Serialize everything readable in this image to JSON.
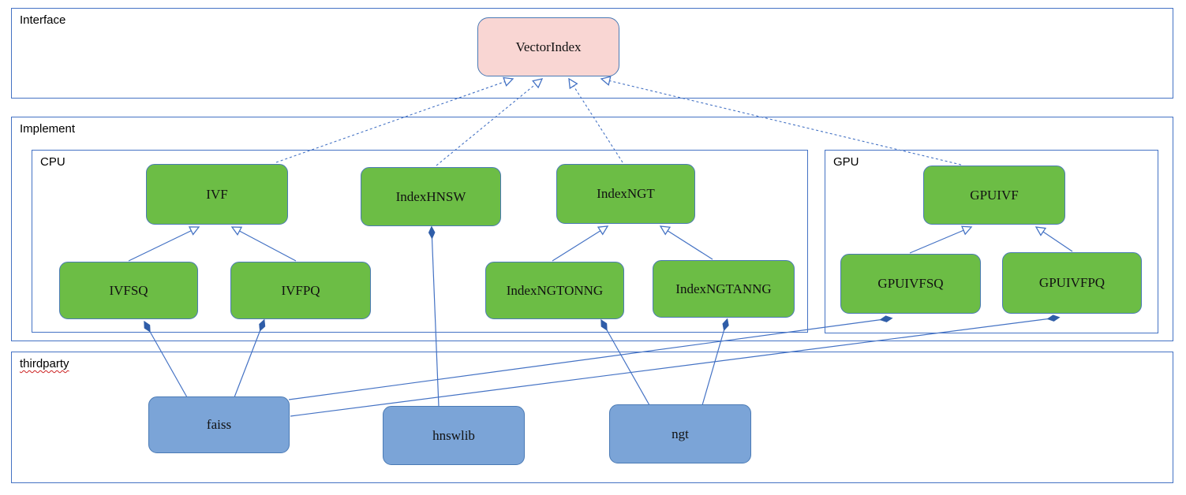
{
  "containers": {
    "interface": {
      "label": "Interface"
    },
    "implement": {
      "label": "Implement"
    },
    "cpu": {
      "label": "CPU"
    },
    "gpu": {
      "label": "GPU"
    },
    "thirdparty": {
      "label": "thirdparty"
    }
  },
  "nodes": {
    "vectorindex": {
      "label": "VectorIndex",
      "fill": "#f9d6d3"
    },
    "ivf": {
      "label": "IVF",
      "fill": "#6cbd45"
    },
    "indexhnsw": {
      "label": "IndexHNSW",
      "fill": "#6cbd45"
    },
    "indexngt": {
      "label": "IndexNGT",
      "fill": "#6cbd45"
    },
    "ivfsq": {
      "label": "IVFSQ",
      "fill": "#6cbd45"
    },
    "ivfpq": {
      "label": "IVFPQ",
      "fill": "#6cbd45"
    },
    "indexngtonng": {
      "label": "IndexNGTONNG",
      "fill": "#6cbd45"
    },
    "indexngtanng": {
      "label": "IndexNGTANNG",
      "fill": "#6cbd45"
    },
    "gpuivf": {
      "label": "GPUIVF",
      "fill": "#6cbd45"
    },
    "gpuivfsq": {
      "label": "GPUIVFSQ",
      "fill": "#6cbd45"
    },
    "gpuivfpq": {
      "label": "GPUIVFPQ",
      "fill": "#6cbd45"
    },
    "faiss": {
      "label": "faiss",
      "fill": "#7ba4d7"
    },
    "hnswlib": {
      "label": "hnswlib",
      "fill": "#7ba4d7"
    },
    "ngt": {
      "label": "ngt",
      "fill": "#7ba4d7"
    }
  },
  "colors": {
    "node_border": "#4a7ab5",
    "container_border": "#4472c4",
    "edge_line": "#4472c4",
    "diamond_fill": "#2f5da8",
    "spellcheck_underline": "#cc2222"
  },
  "edges": [
    {
      "from": "IVF",
      "to": "VectorIndex",
      "type": "dashed-generalization"
    },
    {
      "from": "IndexHNSW",
      "to": "VectorIndex",
      "type": "dashed-generalization"
    },
    {
      "from": "IndexNGT",
      "to": "VectorIndex",
      "type": "dashed-generalization"
    },
    {
      "from": "GPUIVF",
      "to": "VectorIndex",
      "type": "dashed-generalization"
    },
    {
      "from": "IVFSQ",
      "to": "IVF",
      "type": "generalization"
    },
    {
      "from": "IVFPQ",
      "to": "IVF",
      "type": "generalization"
    },
    {
      "from": "IndexNGTONNG",
      "to": "IndexNGT",
      "type": "generalization"
    },
    {
      "from": "IndexNGTANNG",
      "to": "IndexNGT",
      "type": "generalization"
    },
    {
      "from": "GPUIVFSQ",
      "to": "GPUIVF",
      "type": "generalization"
    },
    {
      "from": "GPUIVFPQ",
      "to": "GPUIVF",
      "type": "generalization"
    },
    {
      "from": "faiss",
      "to": "IVFSQ",
      "type": "composition"
    },
    {
      "from": "faiss",
      "to": "IVFPQ",
      "type": "composition"
    },
    {
      "from": "faiss",
      "to": "GPUIVFSQ",
      "type": "composition"
    },
    {
      "from": "faiss",
      "to": "GPUIVFPQ",
      "type": "composition"
    },
    {
      "from": "hnswlib",
      "to": "IndexHNSW",
      "type": "composition"
    },
    {
      "from": "ngt",
      "to": "IndexNGTONNG",
      "type": "composition"
    },
    {
      "from": "ngt",
      "to": "IndexNGTANNG",
      "type": "composition"
    }
  ]
}
